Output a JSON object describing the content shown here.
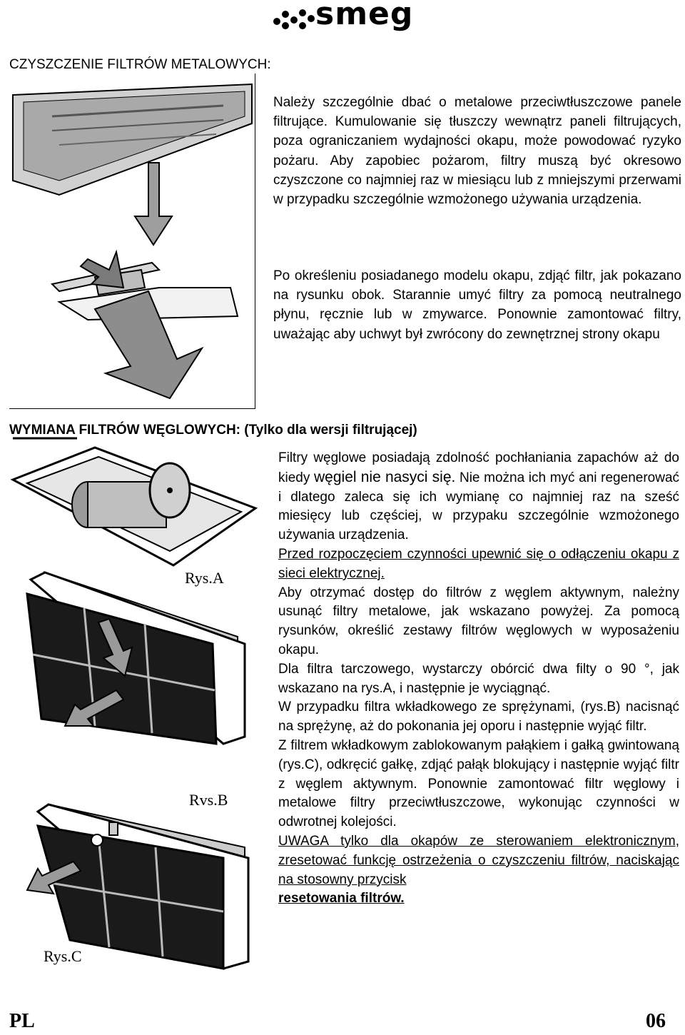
{
  "header": {
    "logo_text": "smeg"
  },
  "section1": {
    "title": "CZYSZCZENIE FILTRÓW METALOWYCH:",
    "paragraph1": "Należy szczególnie dbać o metalowe przeciwtłuszczowe panele filtrujące. Kumulowanie się tłuszczy wewnątrz paneli filtrujących, poza ograniczaniem wydajności okapu, może powodować ryzyko pożaru. Aby zapobiec pożarom, filtry muszą być okresowo czyszczone co najmniej raz w miesiącu lub z mniejszymi przerwami w przypadku szczególnie wzmożonego używania urządzenia.",
    "paragraph2": "Po określeniu posiadanego modelu okapu, zdjąć filtr, jak pokazano na rysunku obok. Starannie umyć filtry za pomocą neutralnego płynu, ręcznie lub w zmywarce. Ponownie zamontować filtry, uważając aby uchwyt był zwrócony do zewnętrznej strony okapu"
  },
  "section2": {
    "title": "WYMIANA FILTRÓW WĘGLOWYCH: (Tylko dla wersji filtrującej)",
    "p1_a": "Filtry węglowe posiadają zdolność pochłaniania zapachów aż do kiedy ",
    "p1_b": "węgiel nie nasyci się.",
    "p1_c": " Nie można ich myć ani regenerować i dlatego zaleca się ich wymianę co najmniej raz na sześć miesięcy lub częściej, w przypaku szczególnie wzmożonego używania urządzenia.",
    "p2": "Przed rozpoczęciem czynności upewnić się o odłączeniu okapu z sieci elektrycznej.",
    "p3": "Aby otrzymać dostęp do filtrów z węglem aktywnym, należny usunąć filtry metalowe, jak wskazano powyżej. Za pomocą rysunków, określić zestawy filtrów węglowych w wyposażeniu okapu.",
    "p4": "Dla filtra tarczowego, wystarczy obórcić dwa filty o 90 °, jak wskazano na rys.A, i następnie je wyciągnąć.",
    "p5": "W przypadku filtra wkładkowego ze sprężynami, (rys.B) nacisnąć na sprężynę, aż do pokonania jej oporu i następnie wyjąć filtr.",
    "p6": "Z filtrem wkładkowym zablokowanym pałąkiem i gałką gwintowaną (rys.C), odkręcić gałkę, zdjąć pałąk blokujący i następnie wyjąć filtr z węglem aktywnym. Ponownie zamontować filtr węglowy i metalowe filtry przeciwtłuszczowe, wykonując czynności w odwrotnej kolejości.",
    "p7_a": "UWAGA tylko dla okapów ze sterowaniem elektronicznym, zresetować funkcję ostrzeżenia o czyszczeniu filtrów, naciskając",
    "p7_b": " ",
    "p7_c": "na stosowny przycisk",
    "p7_d": "resetowania filtrów."
  },
  "figures": {
    "rys_a": "Rys.A",
    "rys_b": "Rvs.B",
    "rys_c": "Rys.C"
  },
  "footer": {
    "lang": "PL",
    "page": "06"
  }
}
